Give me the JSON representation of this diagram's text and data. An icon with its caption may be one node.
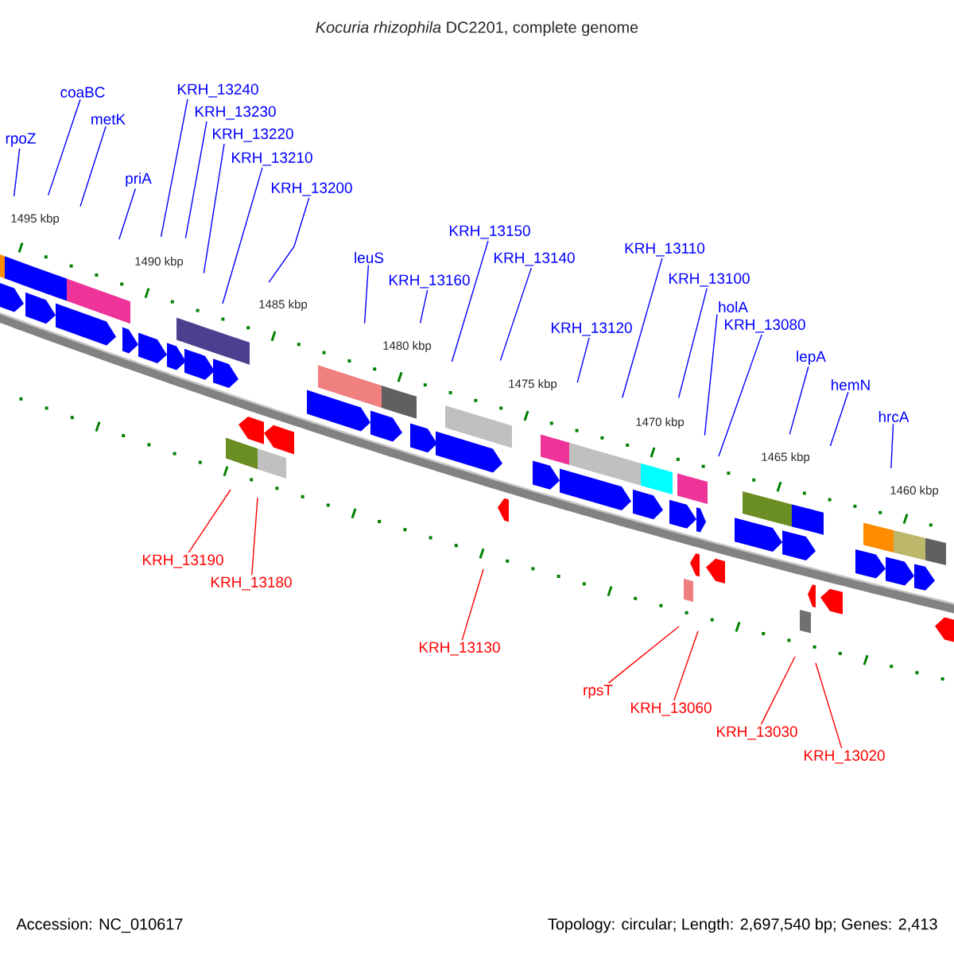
{
  "diagram": {
    "title": "*Kocuria rhizophila* DC2201, complete genome",
    "nodes": [
      {
        "text": [
          "rpoZ"
        ]
      },
      {
        "text": [
          "coaBC"
        ]
      },
      {
        "text": [
          "metK"
        ]
      },
      {
        "text": [
          "priA"
        ]
      },
      {
        "text": [
          "KRH_13240"
        ]
      },
      {
        "text": [
          "KRH_13230"
        ]
      },
      {
        "text": [
          "KRH_13220"
        ]
      },
      {
        "text": [
          "KRH_13210"
        ]
      },
      {
        "text": [
          "KRH_13200"
        ]
      },
      {
        "text": [
          "leuS"
        ]
      },
      {
        "text": [
          "KRH_13160"
        ]
      },
      {
        "text": [
          "KRH_13150"
        ]
      },
      {
        "text": [
          "KRH_13140"
        ]
      },
      {
        "text": [
          "KRH_13120"
        ]
      },
      {
        "text": [
          "KRH_13110"
        ]
      },
      {
        "text": [
          "KRH_13100"
        ]
      },
      {
        "text": [
          "holA"
        ]
      },
      {
        "text": [
          "KRH_13080"
        ]
      },
      {
        "text": [
          "lepA"
        ]
      },
      {
        "text": [
          "hemN"
        ]
      },
      {
        "text": [
          "hrcA"
        ]
      },
      {
        "text": [
          "KRH_13190"
        ]
      },
      {
        "text": [
          "KRH_13180"
        ]
      },
      {
        "text": [
          "KRH_13130"
        ]
      },
      {
        "text": [
          "rpsT"
        ]
      },
      {
        "text": [
          "KRH_13060"
        ]
      },
      {
        "text": [
          "KRH_13030"
        ]
      },
      {
        "text": [
          "KRH_13020"
        ]
      }
    ],
    "edges": [
      {
        "from": 0,
        "to": null,
        "arrow": "none"
      },
      {
        "from": 1,
        "to": null,
        "arrow": "none"
      },
      {
        "from": 2,
        "to": null,
        "arrow": "none"
      },
      {
        "from": 3,
        "to": null,
        "arrow": "none"
      },
      {
        "from": 4,
        "to": null,
        "arrow": "none"
      },
      {
        "from": 5,
        "to": null,
        "arrow": "none"
      },
      {
        "from": 6,
        "to": null,
        "arrow": "none"
      },
      {
        "from": 7,
        "to": null,
        "arrow": "none"
      },
      {
        "from": 8,
        "to": null,
        "arrow": "none"
      },
      {
        "from": 9,
        "to": null,
        "arrow": "none"
      },
      {
        "from": 10,
        "to": null,
        "arrow": "none"
      },
      {
        "from": 11,
        "to": null,
        "arrow": "none"
      },
      {
        "from": 12,
        "to": null,
        "arrow": "none"
      },
      {
        "from": 13,
        "to": null,
        "arrow": "none"
      },
      {
        "from": 14,
        "to": null,
        "arrow": "none"
      },
      {
        "from": 15,
        "to": null,
        "arrow": "none"
      },
      {
        "from": 16,
        "to": null,
        "arrow": "none"
      },
      {
        "from": 17,
        "to": null,
        "arrow": "none"
      },
      {
        "from": 18,
        "to": null,
        "arrow": "none"
      },
      {
        "from": 19,
        "to": null,
        "arrow": "none"
      },
      {
        "from": 20,
        "to": null,
        "arrow": "none"
      },
      {
        "from": 21,
        "to": null,
        "arrow": "none",
        "color": "#ff0000"
      },
      {
        "from": 22,
        "to": null,
        "arrow": "none",
        "color": "#ff0000"
      },
      {
        "from": 23,
        "to": null,
        "arrow": "none",
        "color": "#ff0000"
      },
      {
        "from": 24,
        "to": null,
        "arrow": "none",
        "color": "#ff0000"
      },
      {
        "from": 25,
        "to": null,
        "arrow": "none",
        "color": "#ff0000"
      },
      {
        "from": 26,
        "to": null,
        "arrow": "none",
        "color": "#ff0000"
      },
      {
        "from": 27,
        "to": null,
        "arrow": "none",
        "color": "#ff0000"
      }
    ],
    "labels": [
      "1495 kbp",
      "1490 kbp",
      "1485 kbp",
      "1480 kbp",
      "1475 kbp",
      "1470 kbp",
      "1465 kbp",
      "1460 kbp",
      "Accession: NC_010617",
      "Topology: circular; Length: 2,697,540 bp; Genes: 2,413"
    ]
  }
}
